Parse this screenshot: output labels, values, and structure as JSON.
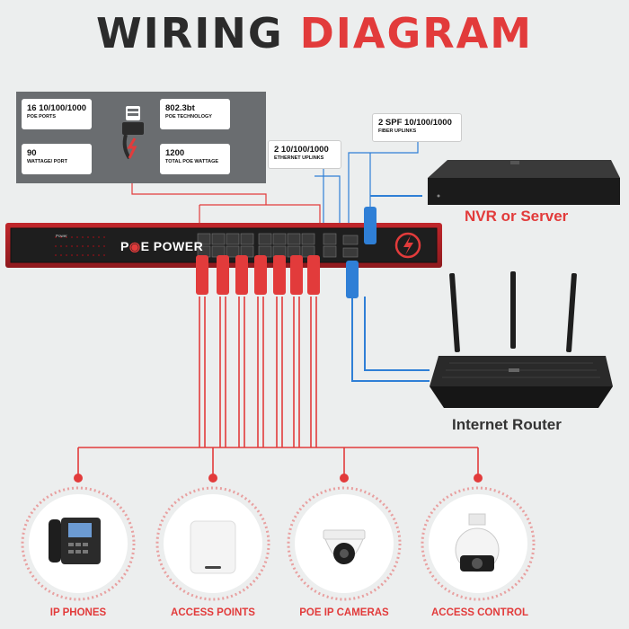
{
  "title": {
    "word1": "WIRING",
    "word2": "DIAGRAM"
  },
  "specs": [
    {
      "value": "16 10/100/1000",
      "label": "POE PORTS"
    },
    {
      "value": "802.3bt",
      "label": "POE TECHNOLOGY"
    },
    {
      "value": "90",
      "label": "WATTAGE/ PORT"
    },
    {
      "value": "1200",
      "label": "TOTAL POE WATTAGE"
    }
  ],
  "callouts": {
    "ethernet": {
      "value": "2 10/100/1000",
      "label": "ETHERNET UPLINKS"
    },
    "fiber": {
      "value": "2 SPF 10/100/1000",
      "label": "FIBER UPLINKS"
    }
  },
  "switch": {
    "brand_prefix": "P",
    "brand_rest": "E POWER",
    "panel_text": "Power"
  },
  "devices": {
    "nvr": "NVR or Server",
    "router": "Internet Router"
  },
  "categories": [
    "IP PHONES",
    "ACCESS POINTS",
    "POE IP CAMERAS",
    "ACCESS CONTROL"
  ],
  "colors": {
    "red": "#e23b3b",
    "dark": "#2b2b2b",
    "blue": "#2f7fd6",
    "panel": "#6a6d70"
  }
}
